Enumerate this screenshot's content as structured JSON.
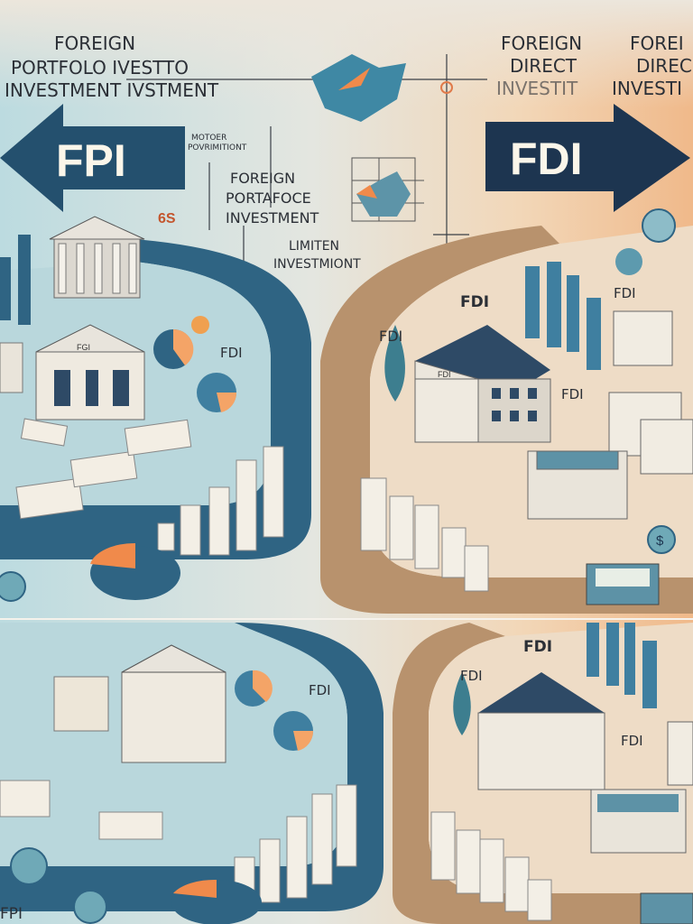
{
  "colors": {
    "left_bg": "#cfe4e7",
    "right_bg": "#f2c79e",
    "top_bg": "#ece6dc",
    "blue": "#2f6483",
    "navy": "#1f3a55",
    "tan": "#c9a987",
    "orange": "#f08a4b"
  },
  "left_title": [
    "FOREIGN",
    "PORTFOLO IVESTTO",
    "INVESTMENT IVSTMENT"
  ],
  "right_title_a": [
    "FOREIGN",
    "DIRECT",
    "INVESTIT"
  ],
  "right_title_b": [
    "FOREI",
    "DIREC",
    "INVESTI"
  ],
  "fpi_arrow": "FPI",
  "fdi_arrow": "FDI",
  "small_note": [
    "MOTOER",
    "POVRIMITIONT"
  ],
  "mid_title": [
    "FOREIGN",
    "PORTAFOCE",
    "INVESTMENT"
  ],
  "limited": [
    "LIMITEN",
    "INVESTMIONT"
  ],
  "coin": "$",
  "badge": "6S",
  "building_labels": {
    "fpi_tag": "FDI",
    "fdi_1": "FDI",
    "fdi_2": "FDI",
    "fdi_3": "FDI",
    "fdi_4": "FDI",
    "fdi_5": "FDI",
    "fdi_6": "FDI",
    "fpi_bottom": "FPI",
    "fdi_bank": "FDI",
    "fpi_bank": "FGI"
  }
}
